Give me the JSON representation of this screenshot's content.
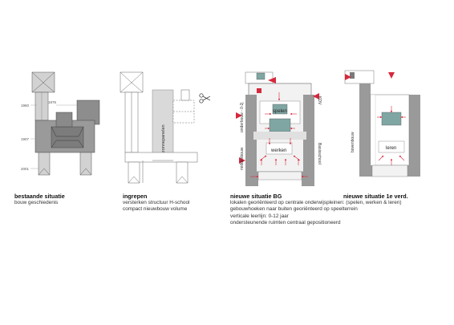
{
  "panels": [
    {
      "title": "bestaande situatie",
      "lines": [
        "bouw geschiedenis"
      ],
      "years": [
        "1960",
        "1975",
        "1907",
        "2001"
      ]
    },
    {
      "title": "ingrepen",
      "lines": [
        "versterken structuur H-school",
        "compact nieuwbouw volume"
      ],
      "labels": {
        "solar": "zonnepanelen"
      }
    },
    {
      "title": "nieuwe situatie BG",
      "lines": [
        "lokalen georiënteerd op centrale onderwijspleinen: (spelen, werken & leren)",
        "gebouwhoeken naar buiten georiënteerd op speelterrein",
        "verticale leerlijn: 0-12 jaar",
        "ondersteunende ruimten centraal gepositioneerd"
      ],
      "labels": {
        "kdv": "KDV",
        "onderbouw": "onderbouw - 0-2j",
        "spelen": "spelen",
        "werken": "werken",
        "middenbouw": "middenbouw",
        "basisschool": "Basisschool"
      }
    },
    {
      "title": "nieuwe situatie 1e verd.",
      "lines": [],
      "labels": {
        "bovenbouw": "bovenbouw",
        "leren": "leren"
      }
    }
  ],
  "colors": {
    "wall": "#8a8a8a",
    "roof_light": "#d6d6d6",
    "roof_mid": "#a9a9a9",
    "roof_dark": "#6e6e6e",
    "floor": "#f2f2f2",
    "teal": "#7fa6a3",
    "teal_light": "#cfdedd",
    "red": "#d6283c"
  },
  "icons": [
    "scissors-icon"
  ]
}
